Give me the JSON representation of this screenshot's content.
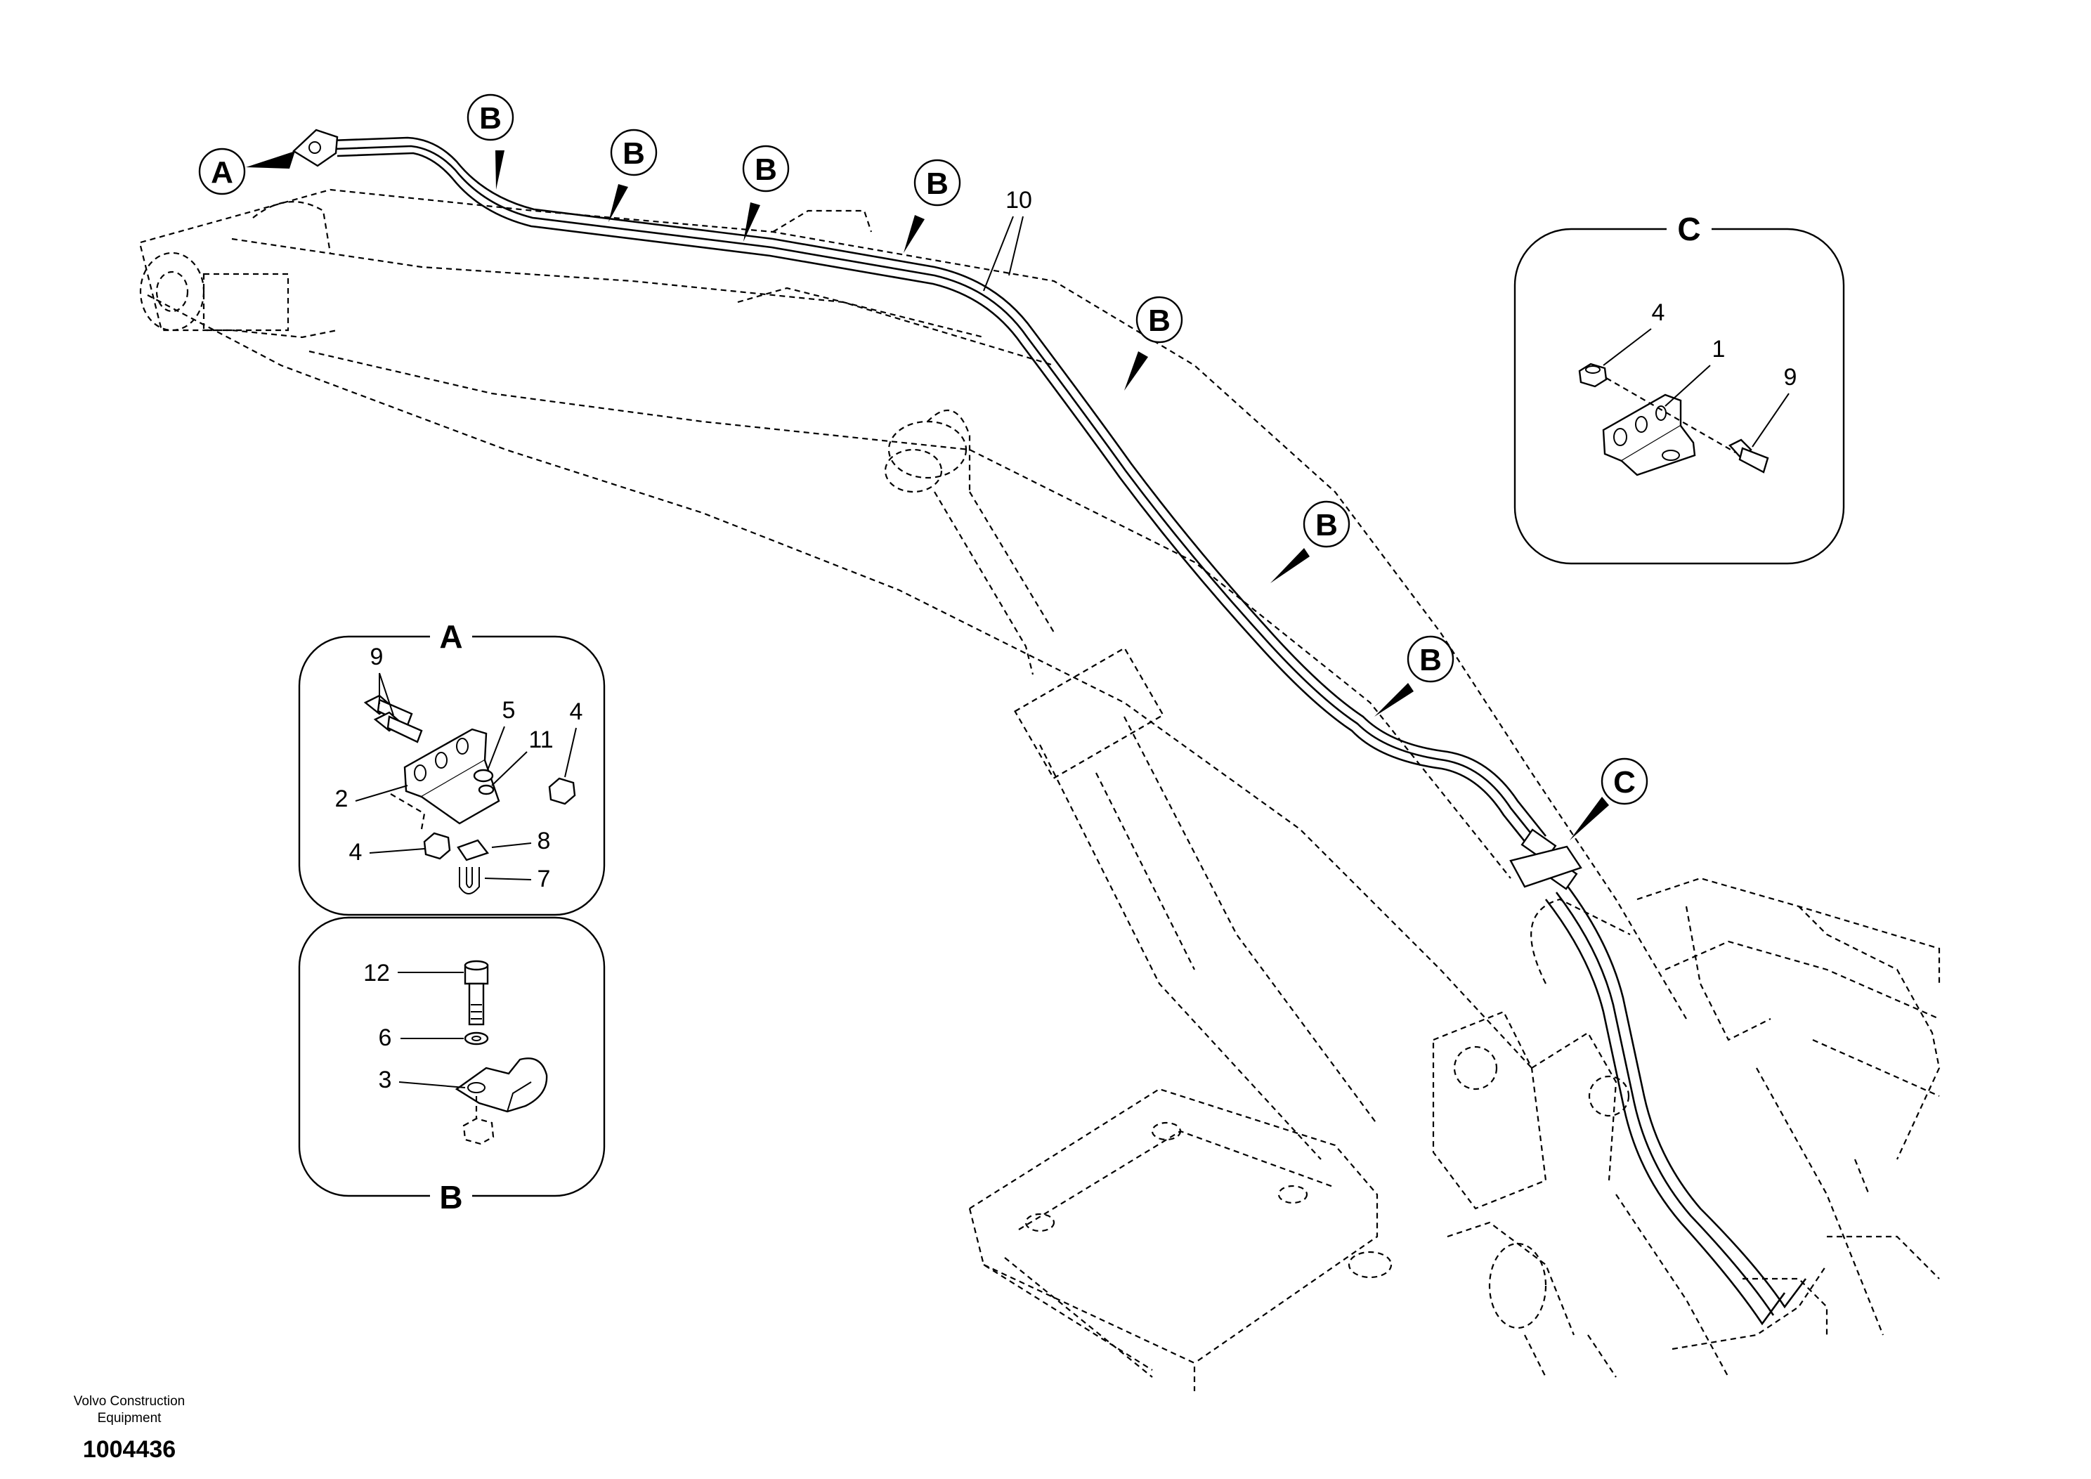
{
  "diagram": {
    "main_labels": {
      "hose_number": "10",
      "callout_a": "A",
      "callout_b": "B",
      "callout_c": "C"
    },
    "detail_a": {
      "title": "A",
      "parts": [
        "9",
        "5",
        "11",
        "4",
        "2",
        "4",
        "8",
        "7"
      ]
    },
    "detail_b": {
      "title": "B",
      "parts": [
        "12",
        "6",
        "3"
      ]
    },
    "detail_c": {
      "title": "C",
      "parts": [
        "4",
        "1",
        "9"
      ]
    }
  },
  "footer": {
    "company_line1": "Volvo Construction",
    "company_line2": "Equipment",
    "drawing_id": "1004436"
  }
}
